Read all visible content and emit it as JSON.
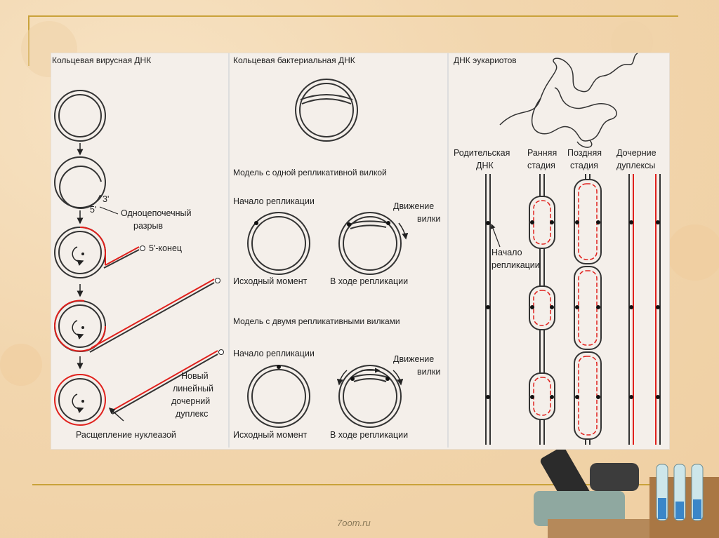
{
  "diagram": {
    "col1_title": "Кольцевая вирусная ДНК",
    "col2_title": "Кольцевая бактериальная ДНК",
    "col3_title": "ДНК эукариотов",
    "single_strand_break_1": "Одноцепочечный",
    "single_strand_break_2": "разрыв",
    "end_3": "3'",
    "end_5": "5'",
    "five_prime_end": "5'-конец",
    "new_linear_1": "Новый",
    "new_linear_2": "линейный",
    "new_linear_3": "дочерний",
    "new_linear_4": "дуплекс",
    "nuclease_cleavage": "Расщепление нуклеазой",
    "model_one_fork": "Модель с одной репликативной вилкой",
    "model_two_forks": "Модель с двумя репликативными вилками",
    "replication_start": "Начало репликации",
    "fork_movement_1": "Движение",
    "fork_movement_2": "вилки",
    "initial_moment": "Исходный момент",
    "during_replication": "В ходе репликации",
    "parental_dna_1": "Родительская",
    "parental_dna_2": "ДНК",
    "early_stage_1": "Ранняя",
    "early_stage_2": "стадия",
    "late_stage_1": "Поздняя",
    "late_stage_2": "стадия",
    "daughter_duplexes_1": "Дочерние",
    "daughter_duplexes_2": "дуплексы",
    "replication_start_1": "Начало",
    "replication_start_2": "репликации"
  },
  "footer": {
    "watermark": "7oom.ru"
  },
  "colors": {
    "accent_red": "#e0201c",
    "strand": "#333333",
    "rule": "#c9a23a"
  }
}
